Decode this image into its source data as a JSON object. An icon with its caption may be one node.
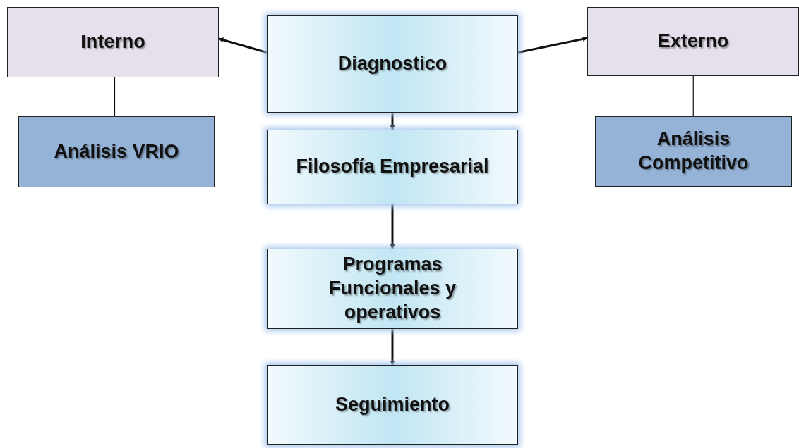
{
  "diagram": {
    "nodes": [
      {
        "text": [
          "Interno"
        ]
      },
      {
        "text": [
          "Diagnostico"
        ]
      },
      {
        "text": [
          "Externo"
        ]
      },
      {
        "text": [
          "Análisis VRIO"
        ]
      },
      {
        "text": [
          "Filosofía Empresarial"
        ]
      },
      {
        "text": [
          "Análisis Competitivo"
        ]
      },
      {
        "text": [
          "Programas Funcionales y operativos"
        ]
      },
      {
        "text": [
          "Seguimiento"
        ]
      }
    ],
    "edges": [
      {
        "from": 1,
        "to": 0,
        "arrow": "to"
      },
      {
        "from": 1,
        "to": 2,
        "arrow": "to"
      },
      {
        "from": 0,
        "to": 3,
        "arrow": "none"
      },
      {
        "from": 2,
        "to": 5,
        "arrow": "none"
      },
      {
        "from": 1,
        "to": 4,
        "arrow": "to"
      },
      {
        "from": 4,
        "to": 6,
        "arrow": "to"
      },
      {
        "from": 6,
        "to": 7,
        "arrow": "to"
      }
    ]
  }
}
